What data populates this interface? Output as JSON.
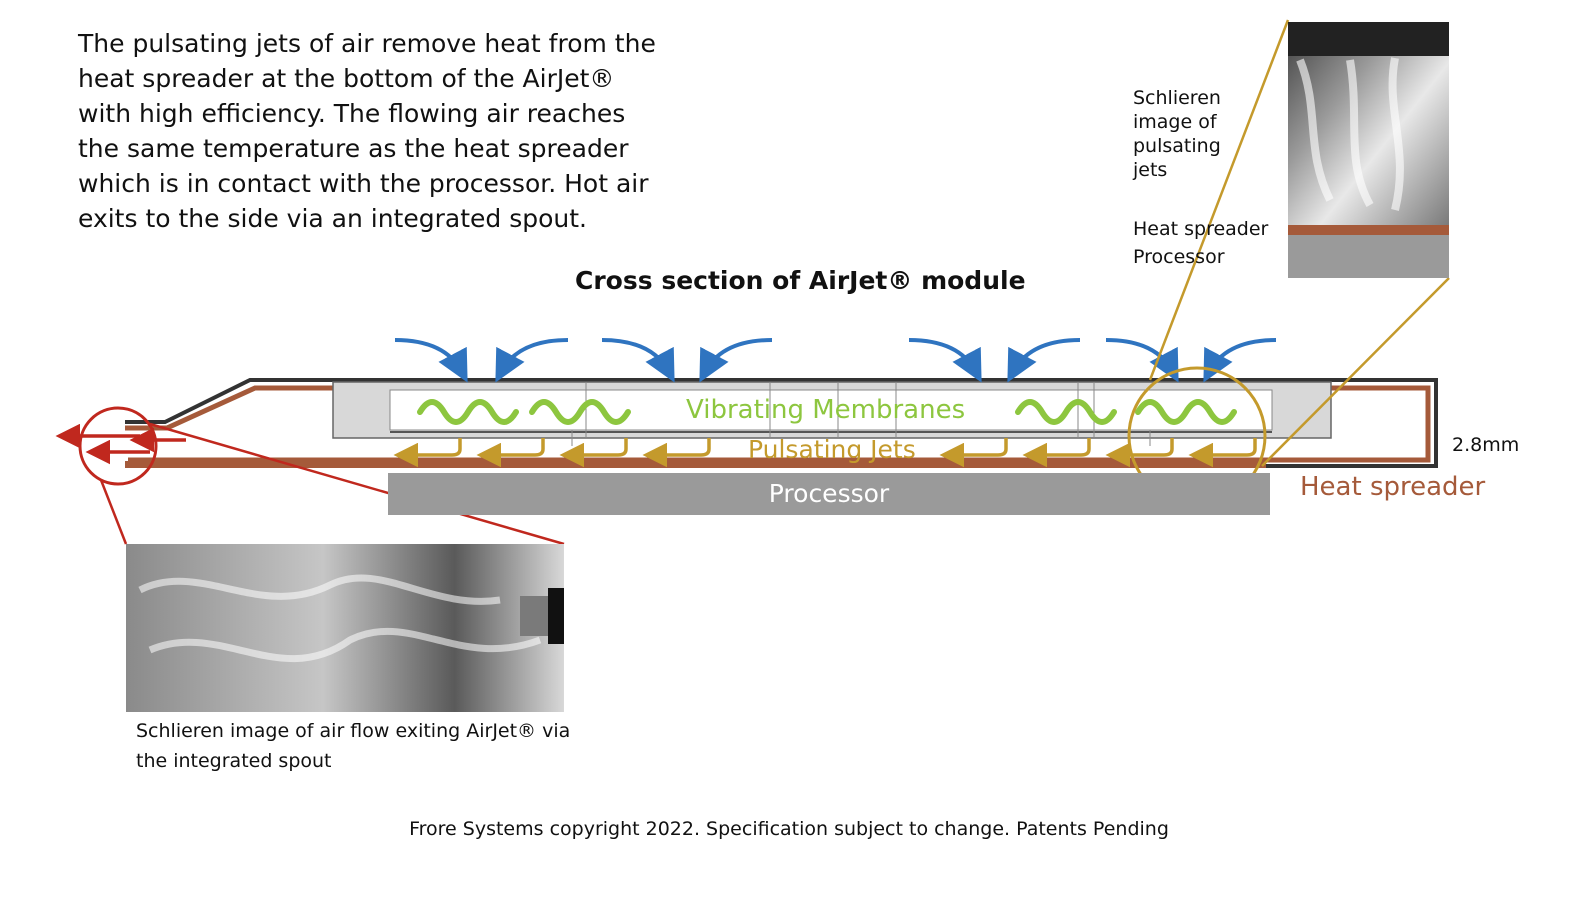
{
  "intro": {
    "lines": [
      "The pulsating jets of air remove heat from the",
      "heat spreader at the bottom of the AirJet®",
      "with high efficiency.  The flowing air reaches",
      "the same temperature as the heat spreader",
      "which is in contact with the processor.  Hot air",
      "exits to the side via an integrated spout."
    ]
  },
  "title": "Cross section of AirJet® module",
  "labels": {
    "membranes": "Vibrating Membranes",
    "jets": "Pulsating Jets",
    "processor": "Processor",
    "heat_spreader": "Heat spreader",
    "thickness": "2.8mm"
  },
  "zoom": {
    "caption_lines": [
      "Schlieren",
      "image of",
      "pulsating",
      "jets"
    ],
    "heat_spreader": "Heat spreader",
    "processor": "Processor"
  },
  "spout": {
    "caption_lines": [
      "Schlieren image of air flow exiting AirJet® via",
      "the integrated spout"
    ]
  },
  "footer": "Frore Systems copyright 2022.  Specification subject to change.  Patents Pending",
  "colors": {
    "blue_arrows": "#2f74c0",
    "green_waves": "#8dc63f",
    "gold_jets": "#c49a2c",
    "heat_spreader": "#a55a3a",
    "red_exit": "#c0281e",
    "processor": "#9a9a9a"
  },
  "icons": {
    "inflow": "curved-arrow-icon",
    "membrane": "sine-wave-icon",
    "jet": "hook-arrow-icon",
    "exit": "left-arrow-icon"
  }
}
